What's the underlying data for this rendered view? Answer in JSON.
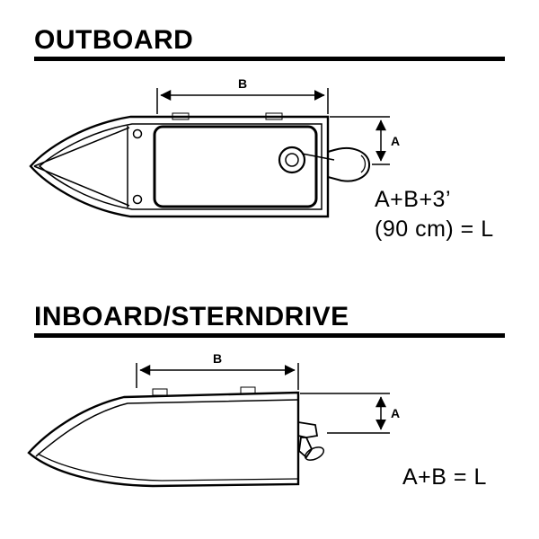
{
  "colors": {
    "ink": "#000000",
    "background": "#ffffff"
  },
  "sections": {
    "outboard": {
      "title": "OUTBOARD",
      "dimension_labels": {
        "a": "A",
        "b": "B"
      },
      "formula_line1": "A+B+3’",
      "formula_line2": "(90 cm) = L"
    },
    "inboard": {
      "title": "INBOARD/STERNDRIVE",
      "dimension_labels": {
        "a": "A",
        "b": "B"
      },
      "formula": "A+B = L"
    }
  }
}
